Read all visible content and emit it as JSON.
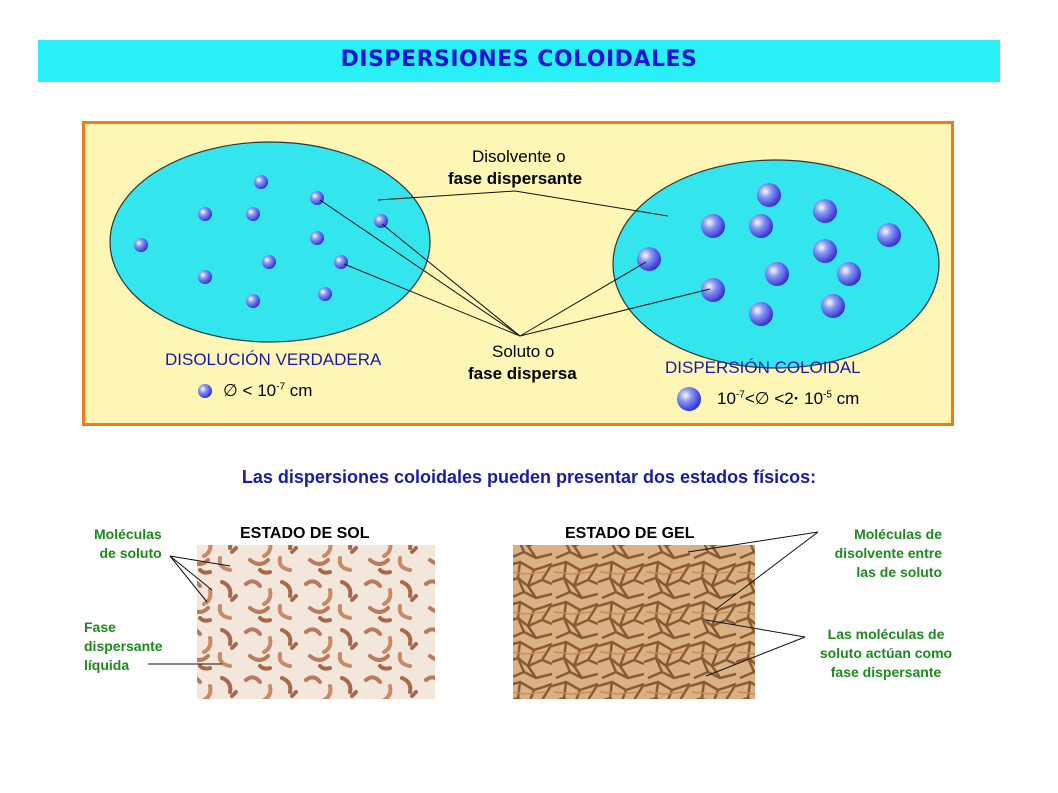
{
  "title": "DISPERSIONES COLOIDALES",
  "diagram": {
    "solvent_label_line1": "Disolvente o",
    "solvent_label_line2": "fase dispersante",
    "solute_label_line1": "Soluto o",
    "solute_label_line2": "fase dispersa",
    "left_title": "DISOLUCIÓN VERDADERA",
    "left_size_symbol": "∅",
    "left_size_text": "< 10",
    "left_size_exp": "-7",
    "left_size_unit": "cm",
    "right_title": "DISPERSIÓN COLOIDAL",
    "right_size_base": "10",
    "right_size_exp1": "-7",
    "right_size_mid": "<",
    "right_size_symbol": "∅",
    "right_size_lt": "<2",
    "right_size_dot": "·",
    "right_size_ten": "10",
    "right_size_exp2": "-5",
    "right_size_unit": "cm",
    "colors": {
      "accent": "#1414d8",
      "border": "#f57a16",
      "panel": "#fdf6b4",
      "ellipse": "#33e6ee",
      "label_green": "#1d8a1d"
    }
  },
  "subtitle": "Las dispersiones coloidales pueden presentar dos estados físicos:",
  "states": {
    "sol_title": "ESTADO DE SOL",
    "gel_title": "ESTADO DE GEL",
    "sol_label1_line1": "Moléculas",
    "sol_label1_line2": "de soluto",
    "sol_label2_line1": "Fase",
    "sol_label2_line2": "dispersante",
    "sol_label2_line3": "líquida",
    "gel_label1_line1": "Moléculas de",
    "gel_label1_line2": "disolvente entre",
    "gel_label1_line3": "las de soluto",
    "gel_label2_line1": "Las moléculas de",
    "gel_label2_line2": "soluto actúan como",
    "gel_label2_line3": "fase dispersante"
  }
}
